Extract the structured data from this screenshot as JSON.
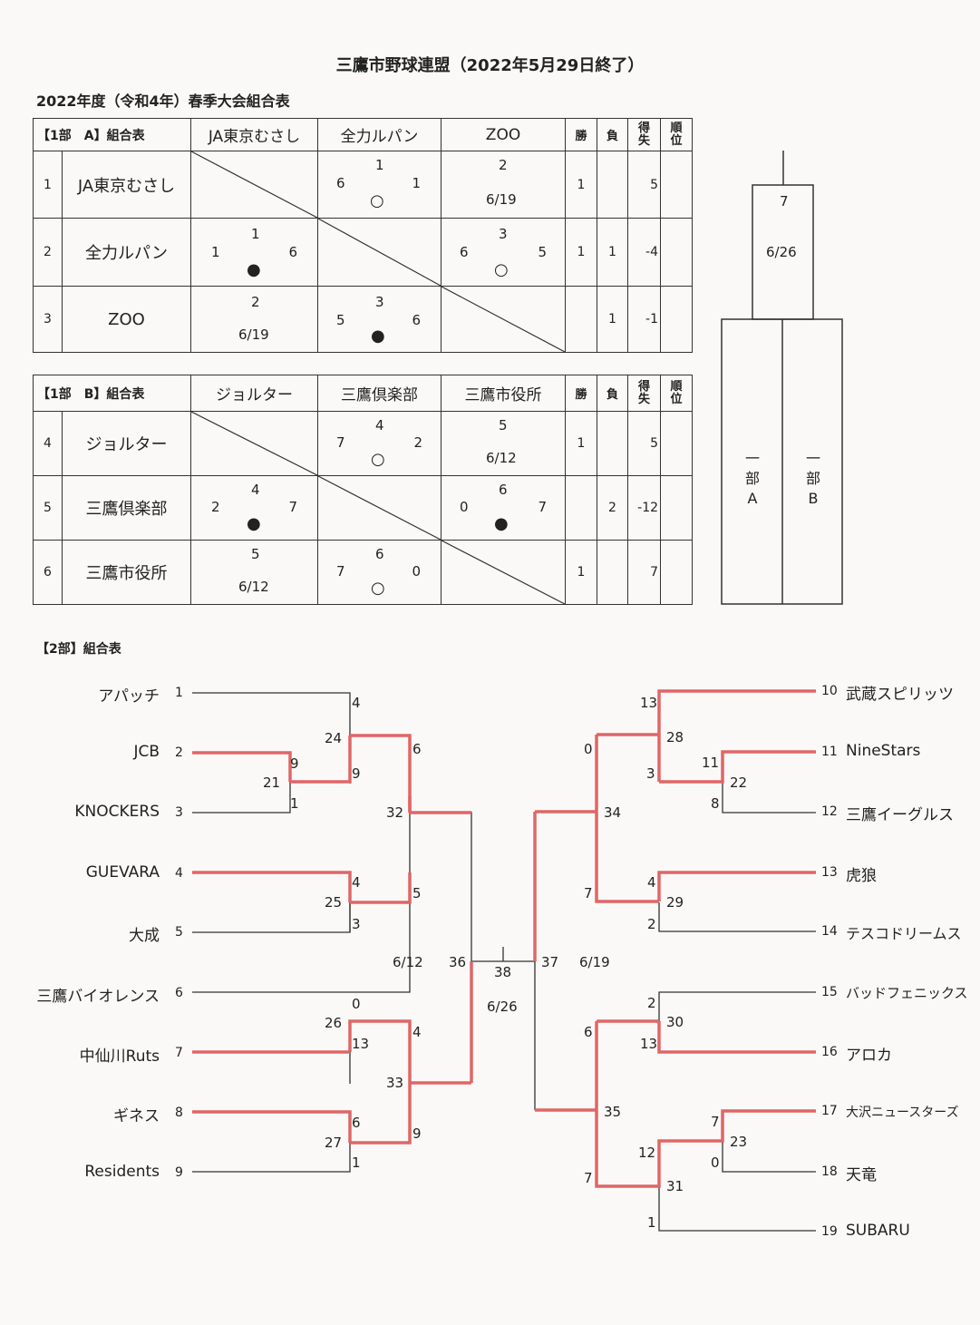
{
  "title": "三鷹市野球連盟（2022年5月29日終了）",
  "subtitle": "2022年度（令和4年）春季大会組合表",
  "group_a": {
    "corner": "【1部　A】組合表",
    "teams": [
      "JA東京むさし",
      "全力ルパン",
      "ZOO"
    ],
    "cols": {
      "win": "勝",
      "loss": "負",
      "diff": "得失",
      "rank": "順位"
    },
    "rows": [
      {
        "no": "1",
        "name": "JA東京むさし",
        "win": "1",
        "loss": "",
        "diff": "5",
        "rank": ""
      },
      {
        "no": "2",
        "name": "全力ルパン",
        "win": "1",
        "loss": "1",
        "diff": "-4",
        "rank": ""
      },
      {
        "no": "3",
        "name": "ZOO",
        "win": "",
        "loss": "1",
        "diff": "-1",
        "rank": ""
      }
    ],
    "cells": {
      "r1c2": {
        "game": "1",
        "left": "6",
        "right": "1",
        "mark": "○"
      },
      "r1c3": {
        "game": "2",
        "date": "6/19"
      },
      "r2c1": {
        "game": "1",
        "left": "1",
        "right": "6",
        "mark": "●"
      },
      "r2c3": {
        "game": "3",
        "left": "6",
        "right": "5",
        "mark": "○"
      },
      "r3c1": {
        "game": "2",
        "date": "6/19"
      },
      "r3c2": {
        "game": "3",
        "left": "5",
        "right": "6",
        "mark": "●"
      }
    }
  },
  "group_b": {
    "corner": "【1部　B】組合表",
    "teams": [
      "ジョルター",
      "三鷹倶楽部",
      "三鷹市役所"
    ],
    "cols": {
      "win": "勝",
      "loss": "負",
      "diff": "得失",
      "rank": "順位"
    },
    "rows": [
      {
        "no": "4",
        "name": "ジョルター",
        "win": "1",
        "loss": "",
        "diff": "5",
        "rank": ""
      },
      {
        "no": "5",
        "name": "三鷹倶楽部",
        "win": "",
        "loss": "2",
        "diff": "-12",
        "rank": ""
      },
      {
        "no": "6",
        "name": "三鷹市役所",
        "win": "1",
        "loss": "",
        "diff": "7",
        "rank": ""
      }
    ],
    "cells": {
      "r1c2": {
        "game": "4",
        "left": "7",
        "right": "2",
        "mark": "○"
      },
      "r1c3": {
        "game": "5",
        "date": "6/12"
      },
      "r2c1": {
        "game": "4",
        "left": "2",
        "right": "7",
        "mark": "●"
      },
      "r2c3": {
        "game": "6",
        "left": "0",
        "right": "7",
        "mark": "●"
      },
      "r3c1": {
        "game": "5",
        "date": "6/12"
      },
      "r3c2": {
        "game": "6",
        "left": "7",
        "right": "0",
        "mark": "○"
      }
    }
  },
  "final_1bu": {
    "game": "7",
    "date": "6/26",
    "left_label": "一\n部\nA",
    "right_label": "一\n部\nB"
  },
  "section2_title": "【2部】組合表",
  "left_teams": [
    {
      "no": "1",
      "name": "アパッチ"
    },
    {
      "no": "2",
      "name": "JCB"
    },
    {
      "no": "3",
      "name": "KNOCKERS"
    },
    {
      "no": "4",
      "name": "GUEVARA"
    },
    {
      "no": "5",
      "name": "大成"
    },
    {
      "no": "6",
      "name": "三鷹バイオレンス"
    },
    {
      "no": "7",
      "name": "中仙川Ruts"
    },
    {
      "no": "8",
      "name": "ギネス"
    },
    {
      "no": "9",
      "name": "Residents"
    }
  ],
  "right_teams": [
    {
      "no": "10",
      "name": "武蔵スピリッツ"
    },
    {
      "no": "11",
      "name": "NineStars"
    },
    {
      "no": "12",
      "name": "三鷹イーグルス"
    },
    {
      "no": "13",
      "name": "虎狼"
    },
    {
      "no": "14",
      "name": "テスコドリームス"
    },
    {
      "no": "15",
      "name": "バッドフェニックス"
    },
    {
      "no": "16",
      "name": "アロカ"
    },
    {
      "no": "17",
      "name": "大沢ニュースターズ"
    },
    {
      "no": "18",
      "name": "天竜"
    },
    {
      "no": "19",
      "name": "SUBARU"
    }
  ],
  "bracket_labels": {
    "g21": "21",
    "s21a": "9",
    "s21b": "1",
    "g24": "24",
    "s24a": "4",
    "s24b": "9",
    "g25": "25",
    "s25a": "4",
    "s25b": "3",
    "g32": "32",
    "s32a": "6",
    "s32b": "5",
    "g26": "26",
    "s26a": "0",
    "s26b": "13",
    "g27": "27",
    "s27a": "6",
    "s27b": "1",
    "g33": "33",
    "s33a": "4",
    "s33b": "9",
    "g36": "36",
    "d36": "6/12",
    "g38": "38",
    "d38": "6/26",
    "g37": "37",
    "d37": "6/19",
    "g22": "22",
    "s22a": "11",
    "s22b": "8",
    "g28": "28",
    "s28a": "13",
    "s28b": "3",
    "g29": "29",
    "s29a": "4",
    "s29b": "2",
    "g34": "34",
    "s34a": "0",
    "s34b": "7",
    "g30": "30",
    "s30a": "2",
    "s30b": "13",
    "g23": "23",
    "s23a": "7",
    "s23b": "0",
    "g31": "31",
    "s31a": "12",
    "s31b": "1",
    "g35": "35",
    "s35a": "6",
    "s35b": "7"
  }
}
